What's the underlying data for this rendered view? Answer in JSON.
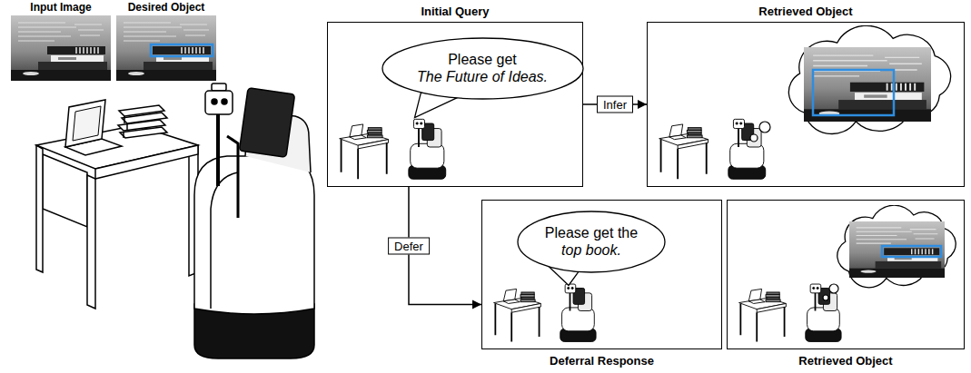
{
  "diagram": {
    "nodes": [
      {
        "text": [
          "Initial Query"
        ]
      },
      {
        "text": [
          "Please get",
          "The Future of Ideas."
        ],
        "in": 0
      },
      {
        "text": [
          "Retrieved Object"
        ]
      },
      {
        "text": [
          "Deferral Response"
        ]
      },
      {
        "text": [
          "Please get the",
          "top book."
        ],
        "in": 3
      },
      {
        "text": [
          "Retrieved Object"
        ]
      }
    ],
    "edges": [
      {
        "from": 0,
        "to": 2,
        "arrow": "to",
        "label": "Infer"
      },
      {
        "from": 0,
        "to": 3,
        "arrow": "to",
        "label": "Defer"
      }
    ],
    "labels": [
      "Input Image",
      "Desired Object"
    ]
  }
}
